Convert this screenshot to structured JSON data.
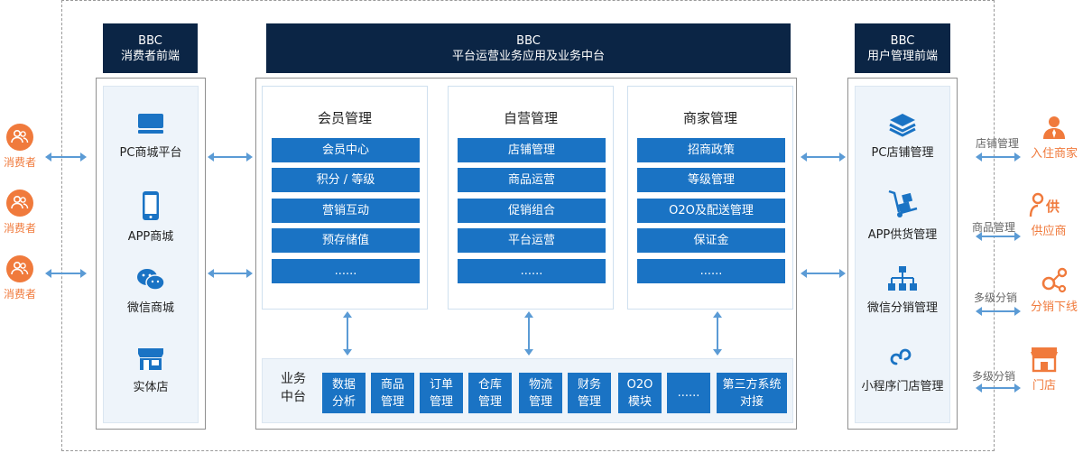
{
  "left_header": {
    "line1": "BBC",
    "line2": "消费者前端"
  },
  "center_header": {
    "line1": "BBC",
    "line2": "平台运营业务应用及业务中台"
  },
  "right_header": {
    "line1": "BBC",
    "line2": "用户管理前端"
  },
  "consumers": [
    {
      "label": "消费者"
    },
    {
      "label": "消费者"
    },
    {
      "label": "消费者"
    }
  ],
  "left_items": [
    {
      "label": "PC商城平台",
      "icon": "monitor-icon"
    },
    {
      "label": "APP商城",
      "icon": "phone-icon"
    },
    {
      "label": "微信商城",
      "icon": "wechat-icon"
    },
    {
      "label": "实体店",
      "icon": "store-icon"
    }
  ],
  "panels": [
    {
      "title": "会员管理",
      "items": [
        "会员中心",
        "积分 / 等级",
        "营销互动",
        "预存储值",
        "......"
      ]
    },
    {
      "title": "自营管理",
      "items": [
        "店铺管理",
        "商品运营",
        "促销组合",
        "平台运营",
        "......"
      ]
    },
    {
      "title": "商家管理",
      "items": [
        "招商政策",
        "等级管理",
        "O2O及配送管理",
        "保证金",
        "......"
      ]
    }
  ],
  "biz": {
    "label_line1": "业务",
    "label_line2": "中台",
    "items": [
      {
        "l1": "数据",
        "l2": "分析"
      },
      {
        "l1": "商品",
        "l2": "管理"
      },
      {
        "l1": "订单",
        "l2": "管理"
      },
      {
        "l1": "仓库",
        "l2": "管理"
      },
      {
        "l1": "物流",
        "l2": "管理"
      },
      {
        "l1": "财务",
        "l2": "管理"
      },
      {
        "l1": "O2O",
        "l2": "模块"
      },
      {
        "l1": "......",
        "l2": ""
      },
      {
        "l1": "第三方系统",
        "l2": "对接"
      }
    ]
  },
  "right_items": [
    {
      "label": "PC店铺管理",
      "icon": "layers-icon"
    },
    {
      "label": "APP供货管理",
      "icon": "hand-truck-icon"
    },
    {
      "label": "微信分销管理",
      "icon": "hierarchy-icon"
    },
    {
      "label": "小程序门店管理",
      "icon": "mini-program-icon"
    }
  ],
  "right_links": [
    {
      "label": "店铺管理",
      "role": "入住商家",
      "icon": "merchant-icon"
    },
    {
      "label": "商品管理",
      "role": "供应商",
      "icon": "supplier-icon"
    },
    {
      "label": "多级分销",
      "role": "分销下线",
      "icon": "share-icon"
    },
    {
      "label": "多级分销",
      "role": "门店",
      "icon": "shop-icon"
    }
  ],
  "colors": {
    "navy": "#0b2545",
    "blue": "#1a73c4",
    "orange": "#f07a3c",
    "arrow": "#5b9bd5"
  }
}
